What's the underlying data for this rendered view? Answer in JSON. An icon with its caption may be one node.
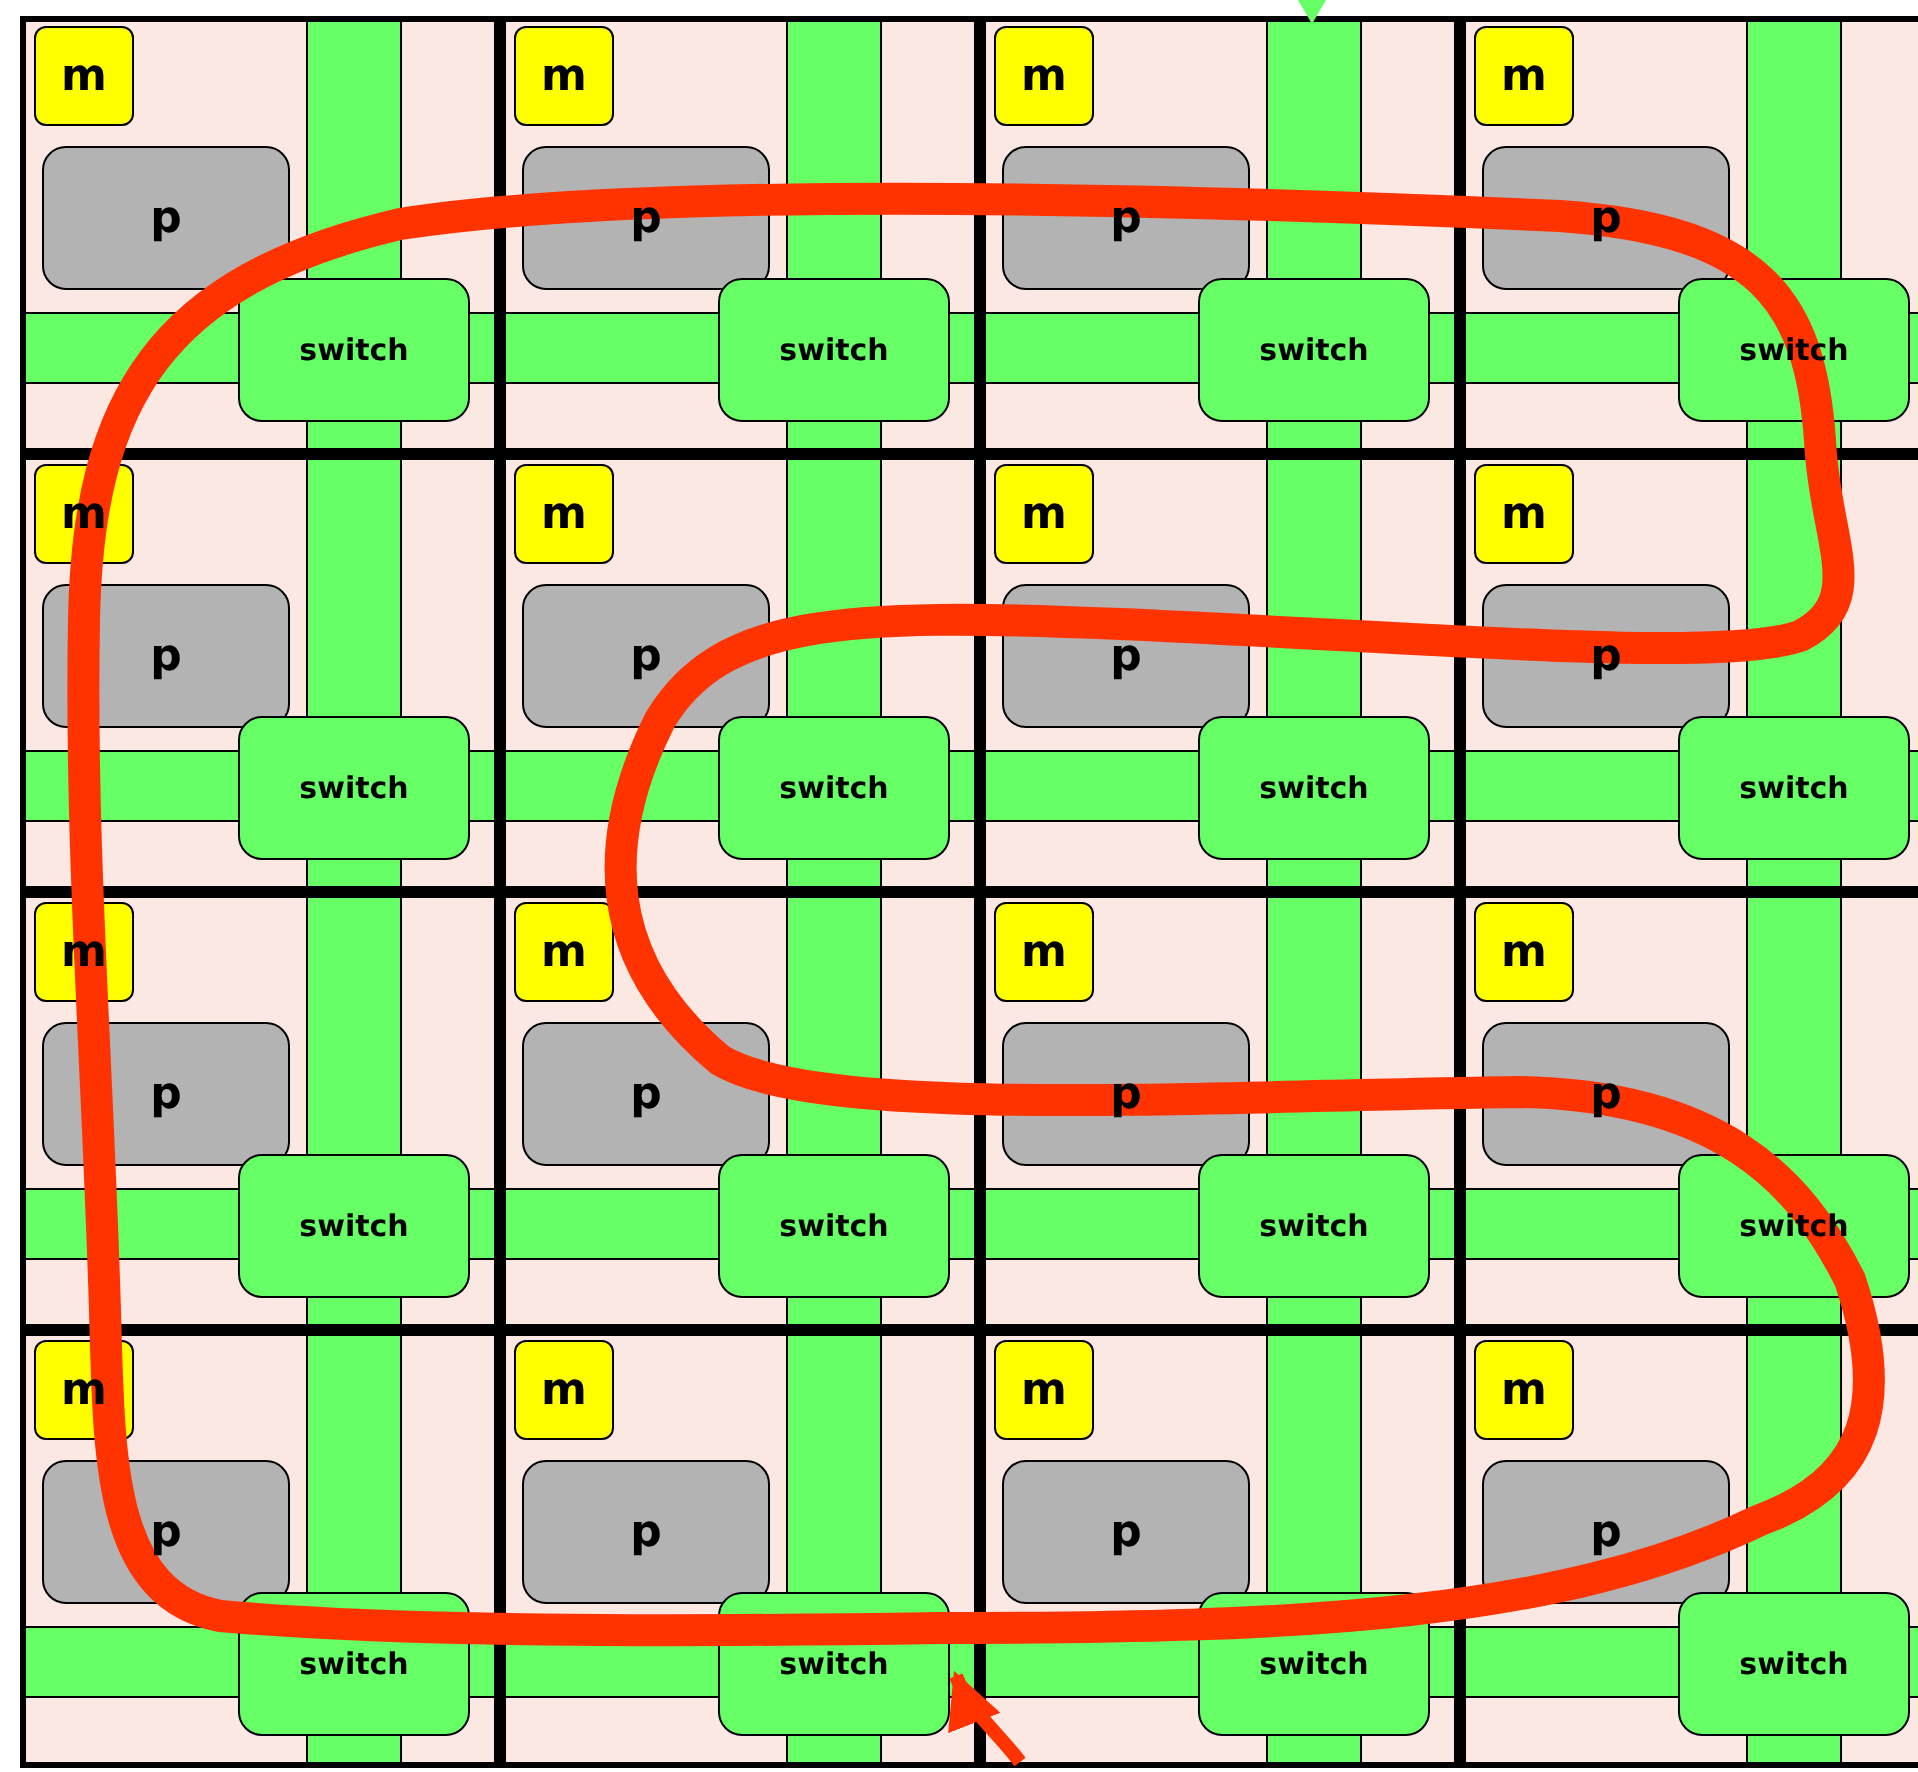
{
  "diagram": {
    "nodes": [
      {
        "text": [],
        "shape": "box"
      },
      {
        "text": [
          "m"
        ],
        "in": 0
      },
      {
        "text": [
          "p"
        ],
        "in": 0
      },
      {
        "text": [
          "switch"
        ],
        "in": 0
      },
      {
        "text": [],
        "shape": "box"
      },
      {
        "text": [
          "m"
        ],
        "in": 4
      },
      {
        "text": [
          "p"
        ],
        "in": 4
      },
      {
        "text": [
          "switch"
        ],
        "in": 4
      },
      {
        "text": [],
        "shape": "box"
      },
      {
        "text": [
          "m"
        ],
        "in": 8
      },
      {
        "text": [
          "p"
        ],
        "in": 8
      },
      {
        "text": [
          "switch"
        ],
        "in": 8
      },
      {
        "text": [],
        "shape": "box"
      },
      {
        "text": [
          "m"
        ],
        "in": 12
      },
      {
        "text": [
          "p"
        ],
        "in": 12
      },
      {
        "text": [
          "switch"
        ],
        "in": 12
      },
      {
        "text": [],
        "shape": "box"
      },
      {
        "text": [
          "m"
        ],
        "in": 16
      },
      {
        "text": [
          "p"
        ],
        "in": 16
      },
      {
        "text": [
          "switch"
        ],
        "in": 16
      },
      {
        "text": [],
        "shape": "box"
      },
      {
        "text": [
          "m"
        ],
        "in": 20
      },
      {
        "text": [
          "p"
        ],
        "in": 20
      },
      {
        "text": [
          "switch"
        ],
        "in": 20
      },
      {
        "text": [],
        "shape": "box"
      },
      {
        "text": [
          "m"
        ],
        "in": 24
      },
      {
        "text": [
          "p"
        ],
        "in": 24
      },
      {
        "text": [
          "switch"
        ],
        "in": 24
      },
      {
        "text": [],
        "shape": "box"
      },
      {
        "text": [
          "m"
        ],
        "in": 28
      },
      {
        "text": [
          "p"
        ],
        "in": 28
      },
      {
        "text": [
          "switch"
        ],
        "in": 28
      },
      {
        "text": [],
        "shape": "box"
      },
      {
        "text": [
          "m"
        ],
        "in": 32
      },
      {
        "text": [
          "p"
        ],
        "in": 32
      },
      {
        "text": [
          "switch"
        ],
        "in": 32
      },
      {
        "text": [],
        "shape": "box"
      },
      {
        "text": [
          "m"
        ],
        "in": 36
      },
      {
        "text": [
          "p"
        ],
        "in": 36
      },
      {
        "text": [
          "switch"
        ],
        "in": 36
      },
      {
        "text": [],
        "shape": "box"
      },
      {
        "text": [
          "m"
        ],
        "in": 40
      },
      {
        "text": [
          "p"
        ],
        "in": 40
      },
      {
        "text": [
          "switch"
        ],
        "in": 40
      },
      {
        "text": [],
        "shape": "box"
      },
      {
        "text": [
          "m"
        ],
        "in": 44
      },
      {
        "text": [
          "p"
        ],
        "in": 44
      },
      {
        "text": [
          "switch"
        ],
        "in": 44
      },
      {
        "text": [],
        "shape": "box"
      },
      {
        "text": [
          "m"
        ],
        "in": 48
      },
      {
        "text": [
          "p"
        ],
        "in": 48
      },
      {
        "text": [
          "switch"
        ],
        "in": 48
      },
      {
        "text": [],
        "shape": "box"
      },
      {
        "text": [
          "m"
        ],
        "in": 52
      },
      {
        "text": [
          "p"
        ],
        "in": 52
      },
      {
        "text": [
          "switch"
        ],
        "in": 52
      },
      {
        "text": [],
        "shape": "box"
      },
      {
        "text": [
          "m"
        ],
        "in": 56
      },
      {
        "text": [
          "p"
        ],
        "in": 56
      },
      {
        "text": [
          "switch"
        ],
        "in": 56
      },
      {
        "text": [],
        "shape": "box"
      },
      {
        "text": [
          "m"
        ],
        "in": 60
      },
      {
        "text": [
          "p"
        ],
        "in": 60
      },
      {
        "text": [
          "switch"
        ],
        "in": 60
      }
    ],
    "edges": [
      {
        "from": 56,
        "to": 55,
        "arrow": "to"
      }
    ]
  }
}
